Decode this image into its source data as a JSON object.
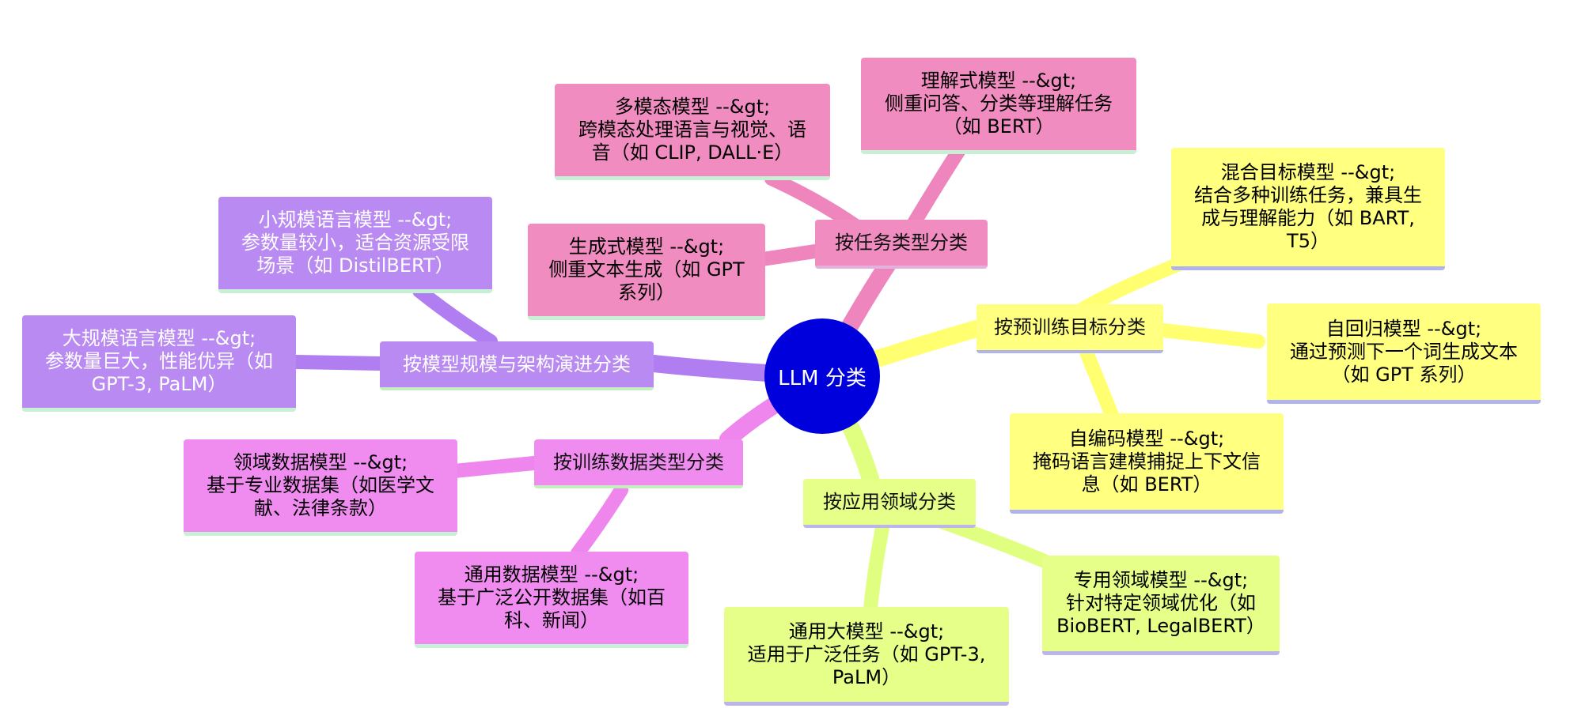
{
  "colors": {
    "task": "#f08cc0",
    "pretrain": "#ffff80",
    "scale": "#b88af2",
    "data": "#f08cf0",
    "domain": "#e5ff88",
    "center": "#0000dd",
    "line_task": "#efb6e0",
    "line_pretrain": "#b3b5ee",
    "line_scale": "#c8f0c4",
    "line_data": "#c8f0c4",
    "line_domain": "#c2b8ee"
  },
  "center": {
    "label": "LLM 分类"
  },
  "categories": {
    "task": {
      "label": "按任务类型分类"
    },
    "pretrain": {
      "label": "按预训练目标分类"
    },
    "scale": {
      "label": "按模型规模与架构演进分类"
    },
    "data": {
      "label": "按训练数据类型分类"
    },
    "domain": {
      "label": "按应用领域分类"
    }
  },
  "leaves": {
    "understanding": [
      "理解式模型 --&gt;",
      "侧重问答、分类等理解任务",
      "（如 BERT）"
    ],
    "multimodal": [
      "多模态模型 --&gt;",
      "跨模态处理语言与视觉、语",
      "音（如 CLIP, DALL·E）"
    ],
    "generative": [
      "生成式模型 --&gt;",
      "侧重文本生成（如 GPT",
      "系列）"
    ],
    "mixed": [
      "混合目标模型 --&gt;",
      "结合多种训练任务，兼具生",
      "成与理解能力（如 BART,",
      "T5）"
    ],
    "autoregressive": [
      "自回归模型 --&gt;",
      "通过预测下一个词生成文本",
      "（如 GPT 系列）"
    ],
    "autoencoding": [
      "自编码模型 --&gt;",
      "掩码语言建模捕捉上下文信",
      "息（如 BERT）"
    ],
    "small": [
      "小规模语言模型 --&gt;",
      "参数量较小，适合资源受限",
      "场景（如 DistilBERT）"
    ],
    "large": [
      "大规模语言模型 --&gt;",
      "参数量巨大，性能优异（如",
      "GPT-3, PaLM）"
    ],
    "domain_data": [
      "领域数据模型 --&gt;",
      "基于专业数据集（如医学文",
      "献、法律条款）"
    ],
    "general_data": [
      "通用数据模型 --&gt;",
      "基于广泛公开数据集（如百",
      "科、新闻）"
    ],
    "specialized": [
      "专用领域模型 --&gt;",
      "针对特定领域优化（如",
      "BioBERT, LegalBERT）"
    ],
    "general_large": [
      "通用大模型 --&gt;",
      "适用于广泛任务（如 GPT-3,",
      "PaLM）"
    ]
  }
}
